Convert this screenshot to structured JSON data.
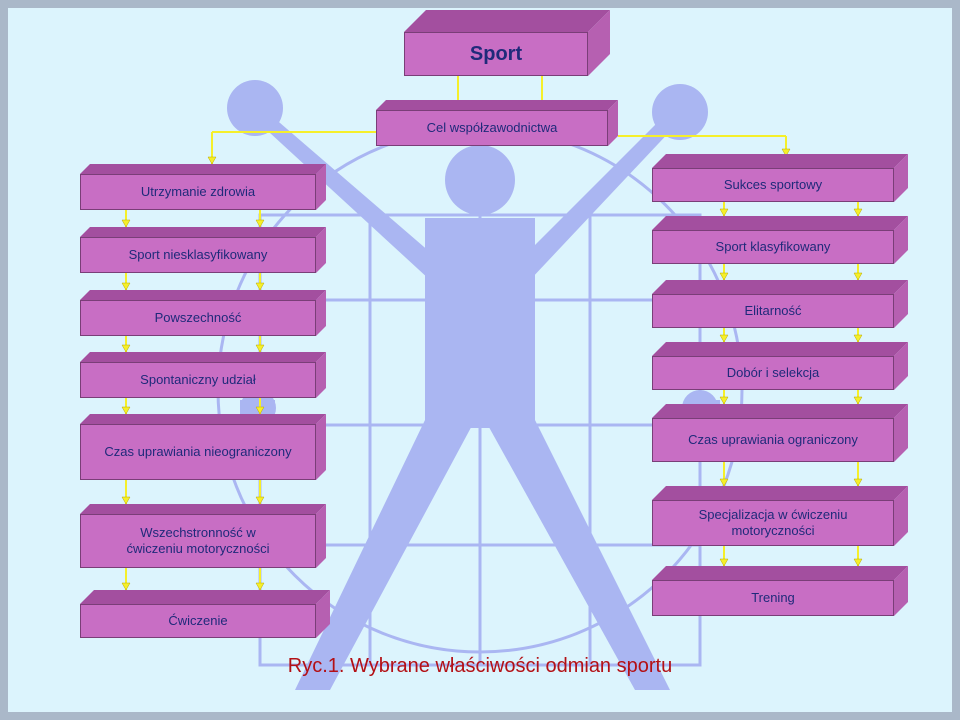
{
  "title": "Sport",
  "subtitle": "Cel współzawodnictwa",
  "left_column": [
    "Utrzymanie zdrowia",
    "Sport niesklasyfikowany",
    "Powszechność",
    "Spontaniczny udział",
    "Czas uprawiania nieograniczony",
    "Wszechstronność w ćwiczeniu motoryczności",
    "Ćwiczenie"
  ],
  "right_column": [
    "Sukces sportowy",
    "Sport klasyfikowany",
    "Elitarność",
    "Dobór i selekcja",
    "Czas uprawiania ograniczony",
    "Specjalizacja w ćwiczeniu motoryczności",
    "Trening"
  ],
  "caption": "Ryc.1. Wybrane właściwości odmian sportu",
  "colors": {
    "background": "#dcf4fd",
    "box_front": "#c86ec4",
    "box_top": "#a34f9f",
    "box_side": "#b660b1",
    "box_text": "#1f2a7a",
    "connector": "#f5ef2a",
    "figure": "#aab6f2",
    "caption": "#b31015"
  }
}
